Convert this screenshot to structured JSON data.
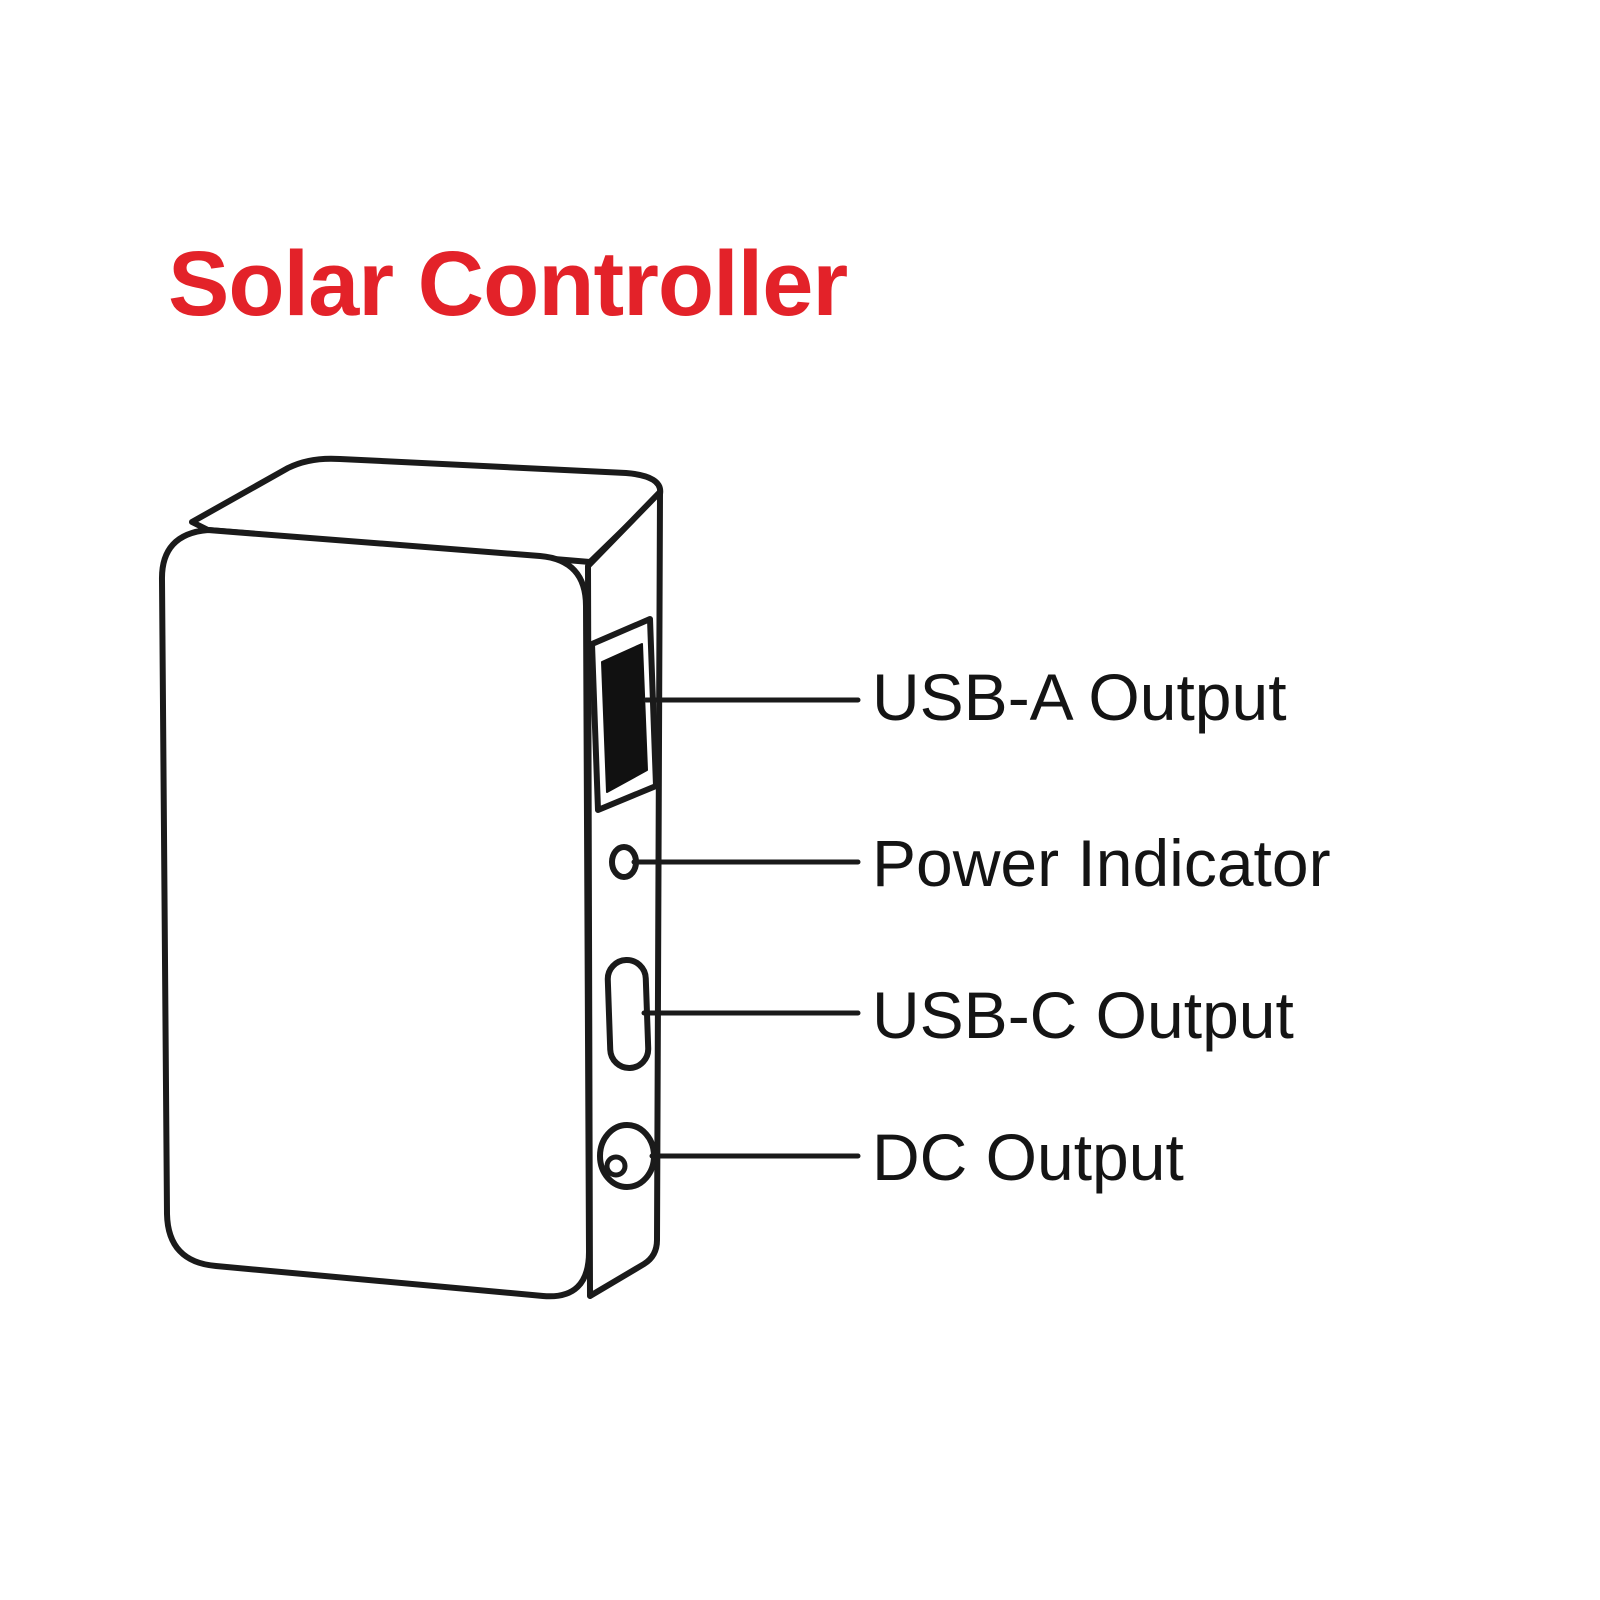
{
  "title": {
    "text": "Solar Controller",
    "color": "#e32229"
  },
  "device": {
    "name": "solar-controller",
    "ports": [
      {
        "icon": "usb-a-port-icon",
        "label": "USB-A Output"
      },
      {
        "icon": "power-indicator-icon",
        "label": "Power Indicator"
      },
      {
        "icon": "usb-c-port-icon",
        "label": "USB-C Output"
      },
      {
        "icon": "dc-output-port-icon",
        "label": "DC Output"
      }
    ]
  },
  "callouts": [
    {
      "label": "USB-A Output"
    },
    {
      "label": "Power Indicator"
    },
    {
      "label": "USB-C Output"
    },
    {
      "label": "DC Output"
    }
  ],
  "colors": {
    "line": "#1a1a1a",
    "text": "#141414",
    "accent": "#e32229",
    "background": "#ffffff"
  }
}
